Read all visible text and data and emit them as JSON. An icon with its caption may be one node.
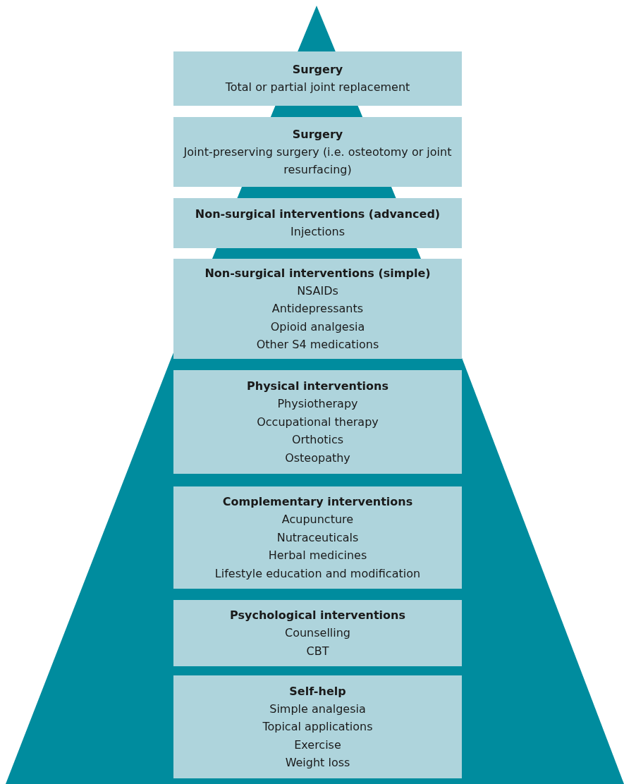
{
  "diagram": {
    "nodes": [
      {
        "text": [
          "Surgery",
          "Total or partial joint replacement"
        ]
      },
      {
        "text": [
          "Surgery",
          "Joint-preserving surgery (i.e. osteotomy or joint resurfacing)"
        ]
      },
      {
        "text": [
          "Non-surgical interventions (advanced)",
          "Injections"
        ]
      },
      {
        "text": [
          "Non-surgical interventions (simple)",
          "NSAIDs",
          "Antidepressants",
          "Opioid analgesia",
          "Other S4 medications"
        ]
      },
      {
        "text": [
          "Physical interventions",
          "Physiotherapy",
          "Occupational therapy",
          "Orthotics",
          "Osteopathy"
        ]
      },
      {
        "text": [
          "Complementary interventions",
          "Acupuncture",
          "Nutraceuticals",
          "Herbal medicines",
          "Lifestyle education and modification"
        ]
      },
      {
        "text": [
          "Psychological interventions",
          "Counselling",
          "CBT"
        ]
      },
      {
        "text": [
          "Self-help",
          "Simple analgesia",
          "Topical applications",
          "Exercise",
          "Weight loss"
        ]
      }
    ]
  }
}
